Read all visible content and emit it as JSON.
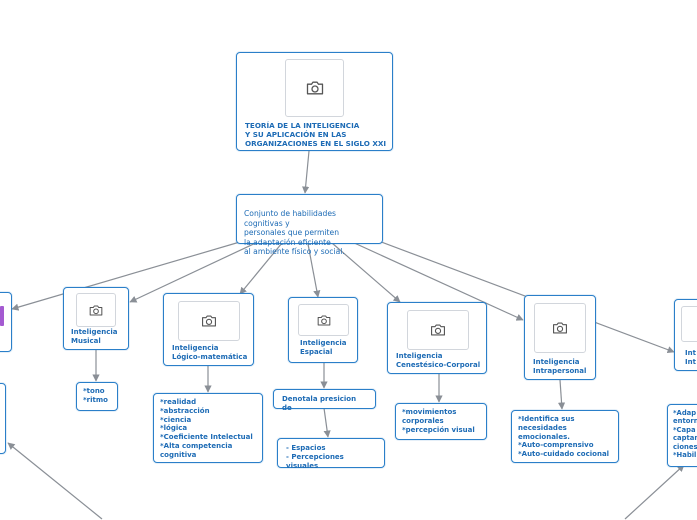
{
  "root": {
    "title": "TEORÍA DE LA INTELIGENCIA\nY SU APLICACIÓN EN LAS\nORGANIZACIONES EN EL SIGLO XXI",
    "image_icon": "camera-icon"
  },
  "definition": "Conjunto de habilidades cognitivas y\npersonales que permiten\nla adaptación eficiente\nal ambiente físico y social.",
  "branches": {
    "musical": {
      "title": "Inteligencia\nMusical",
      "detail": "*tono\n*ritmo"
    },
    "logico": {
      "title": "Inteligencia\nLógico-matemática",
      "detail": "*realidad\n*abstracción\n*ciencia\n*lógica\n*Coeficiente Intelectual\n*Alta competencia\ncognitiva"
    },
    "espacial": {
      "title": "Inteligencia\nEspacial",
      "detail": "Denotala presicion de",
      "subdetail": "- Espacios\n- Percepciones visuales"
    },
    "cenestesico": {
      "title": "Inteligencia\nCenestésico-Corporal",
      "detail": "*movimientos\ncorporales\n*percepción visual"
    },
    "intrapersonal": {
      "title": "Inteligencia\nIntrapersonal",
      "detail": "*Identifica sus\nnecesidades\nemocionales.\n*Auto-comprensivo\n*Auto-cuidado cocional"
    },
    "right_partial": {
      "title": "Int\nInt",
      "detail": "*Adap\nentorn\n*Capa\ncaptan\nciones\n*Habil"
    }
  },
  "colors": {
    "border": "#2a7fc9",
    "text": "#1d6bb5",
    "connector": "#8a8f96",
    "accent_purple": "#a45ad1"
  }
}
